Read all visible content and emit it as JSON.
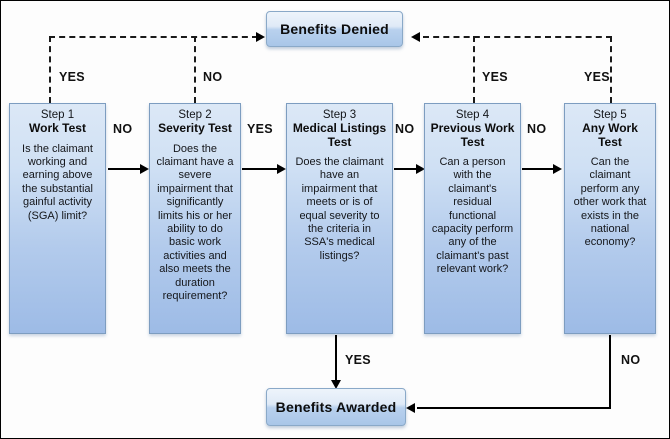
{
  "diagram": {
    "title_terminals": {
      "denied": "Benefits Denied",
      "awarded": "Benefits Awarded"
    },
    "steps": [
      {
        "num": "Step 1",
        "title": "Work Test",
        "body": "Is the claimant working and earning above the substantial gainful activity (SGA) limit?"
      },
      {
        "num": "Step 2",
        "title": "Severity Test",
        "body": "Does the claimant have a severe impairment that significantly limits his or her ability to do basic work activities and also meets the duration requirement?"
      },
      {
        "num": "Step 3",
        "title": "Medical Listings Test",
        "body": "Does the claimant have an impairment that meets or is of equal severity to the criteria in SSA's medical listings?"
      },
      {
        "num": "Step 4",
        "title": "Previous Work Test",
        "body": "Can a person with the claimant's residual functional capacity perform any of the claimant's past relevant work?"
      },
      {
        "num": "Step 5",
        "title": "Any Work Test",
        "body": "Can the claimant perform any other work that exists in the national economy?"
      }
    ],
    "edge_labels": {
      "step1_yes": "YES",
      "step2_no": "NO",
      "step4_yes": "YES",
      "step5_yes": "YES",
      "step1_to_step2": "NO",
      "step2_to_step3": "YES",
      "step3_to_step4": "NO",
      "step4_to_step5": "NO",
      "step3_yes_awarded": "YES",
      "step5_no_awarded": "NO"
    },
    "colors": {
      "box_fill_top": "#dce8f6",
      "box_fill_bottom": "#9dbbe6",
      "box_border": "#7d9dc0",
      "terminal_border": "#8aa9c8",
      "connector": "#000000",
      "text": "#14161a"
    }
  }
}
